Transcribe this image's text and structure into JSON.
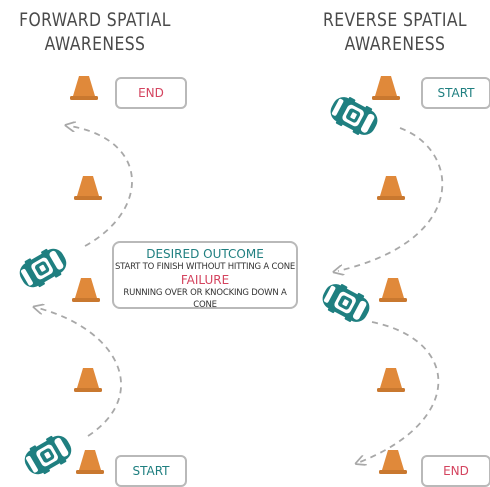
{
  "left_panel": {
    "title_line1": "FORWARD SPATIAL",
    "title_line2": "AWARENESS",
    "top_label": "END",
    "bottom_label": "START"
  },
  "right_panel": {
    "title_line1": "REVERSE SPATIAL",
    "title_line2": "AWARENESS",
    "top_label": "START",
    "bottom_label": "END"
  },
  "outcome": {
    "desired_heading": "DESIRED OUTCOME",
    "desired_text": "START TO FINISH WITHOUT HITTING A CONE",
    "failure_heading": "FAILURE",
    "failure_text": "RUNNING OVER OR KNOCKING DOWN A CONE"
  },
  "colors": {
    "cone": "#e0893a",
    "car": "#1f7f80",
    "accent_red": "#d4445f",
    "path": "#a8a8a8"
  }
}
